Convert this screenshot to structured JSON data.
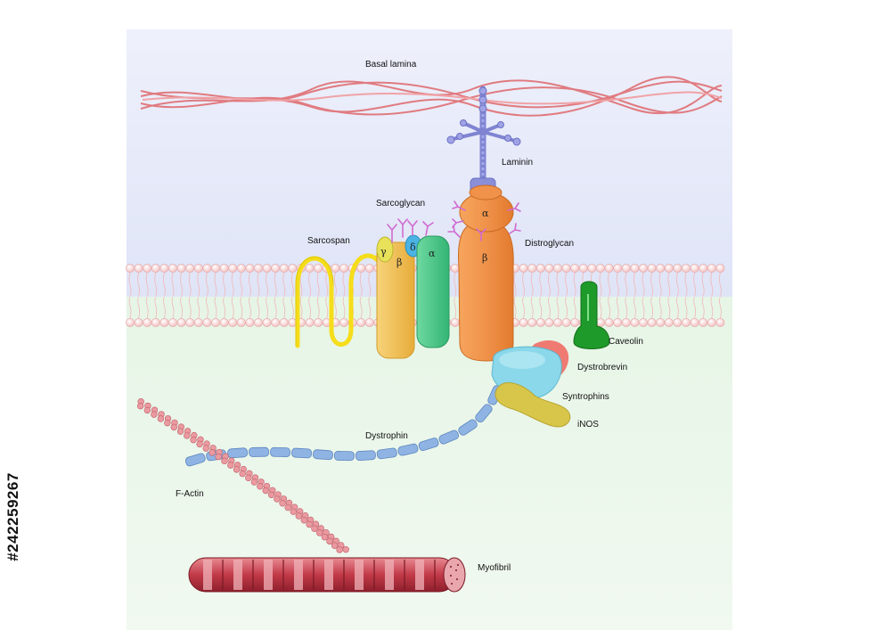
{
  "labels": {
    "basal_lamina": "Basal lamina",
    "laminin": "Laminin",
    "sarcoglycan": "Sarcoglycan",
    "sarcospan": "Sarcospan",
    "distroglycan": "Distroglycan",
    "caveolin": "Caveolin",
    "dystrobrevin": "Dystrobrevin",
    "syntrophins": "Syntrophins",
    "inos": "iNOS",
    "dystrophin": "Dystrophin",
    "f_actin": "F-Actin",
    "myofibril": "Myofibril"
  },
  "greek": {
    "gamma": "γ",
    "delta": "δ",
    "sg_beta": "β",
    "sg_alpha": "α",
    "dg_alpha": "α",
    "dg_beta": "β"
  },
  "stock_id": "#242259267",
  "colors": {
    "extracellular": "#e6eaf8",
    "intracellular": "#eaf6ea",
    "collagen": "#e07b80",
    "laminin": "#8b8fd8",
    "distroglycan": "#f0924a",
    "sarcoglycan_yellow": "#f2c55a",
    "sarcoglycan_green": "#4fc98a",
    "sarcospan": "#f5dd1a",
    "caveolin": "#1e9a2a",
    "dystrobrevin": "#ef7a72",
    "syntrophin": "#8ad8ea",
    "inos": "#d8c64a",
    "dystrophin": "#8fb4e4",
    "actin": "#e88c90",
    "myofibril": "#c23a48"
  }
}
